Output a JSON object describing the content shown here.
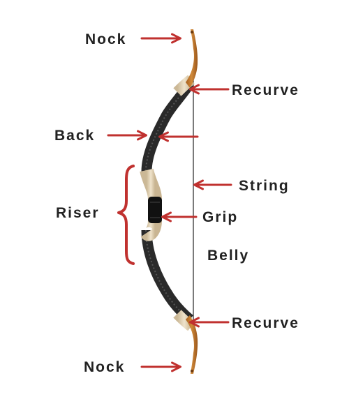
{
  "labels": {
    "nock_top": "Nock",
    "recurve_top": "Recurve",
    "back": "Back",
    "string": "String",
    "riser": "Riser",
    "grip": "Grip",
    "belly": "Belly",
    "recurve_bottom": "Recurve",
    "nock_bottom": "Nock"
  },
  "colors": {
    "arrow": "#c0312f",
    "text": "#222222",
    "limb_dark": "#2a2a2a",
    "tip_wood": "#c77a2e",
    "wrap_cream": "#e6d6b8",
    "grip_black": "#111111",
    "string": "#333333"
  }
}
